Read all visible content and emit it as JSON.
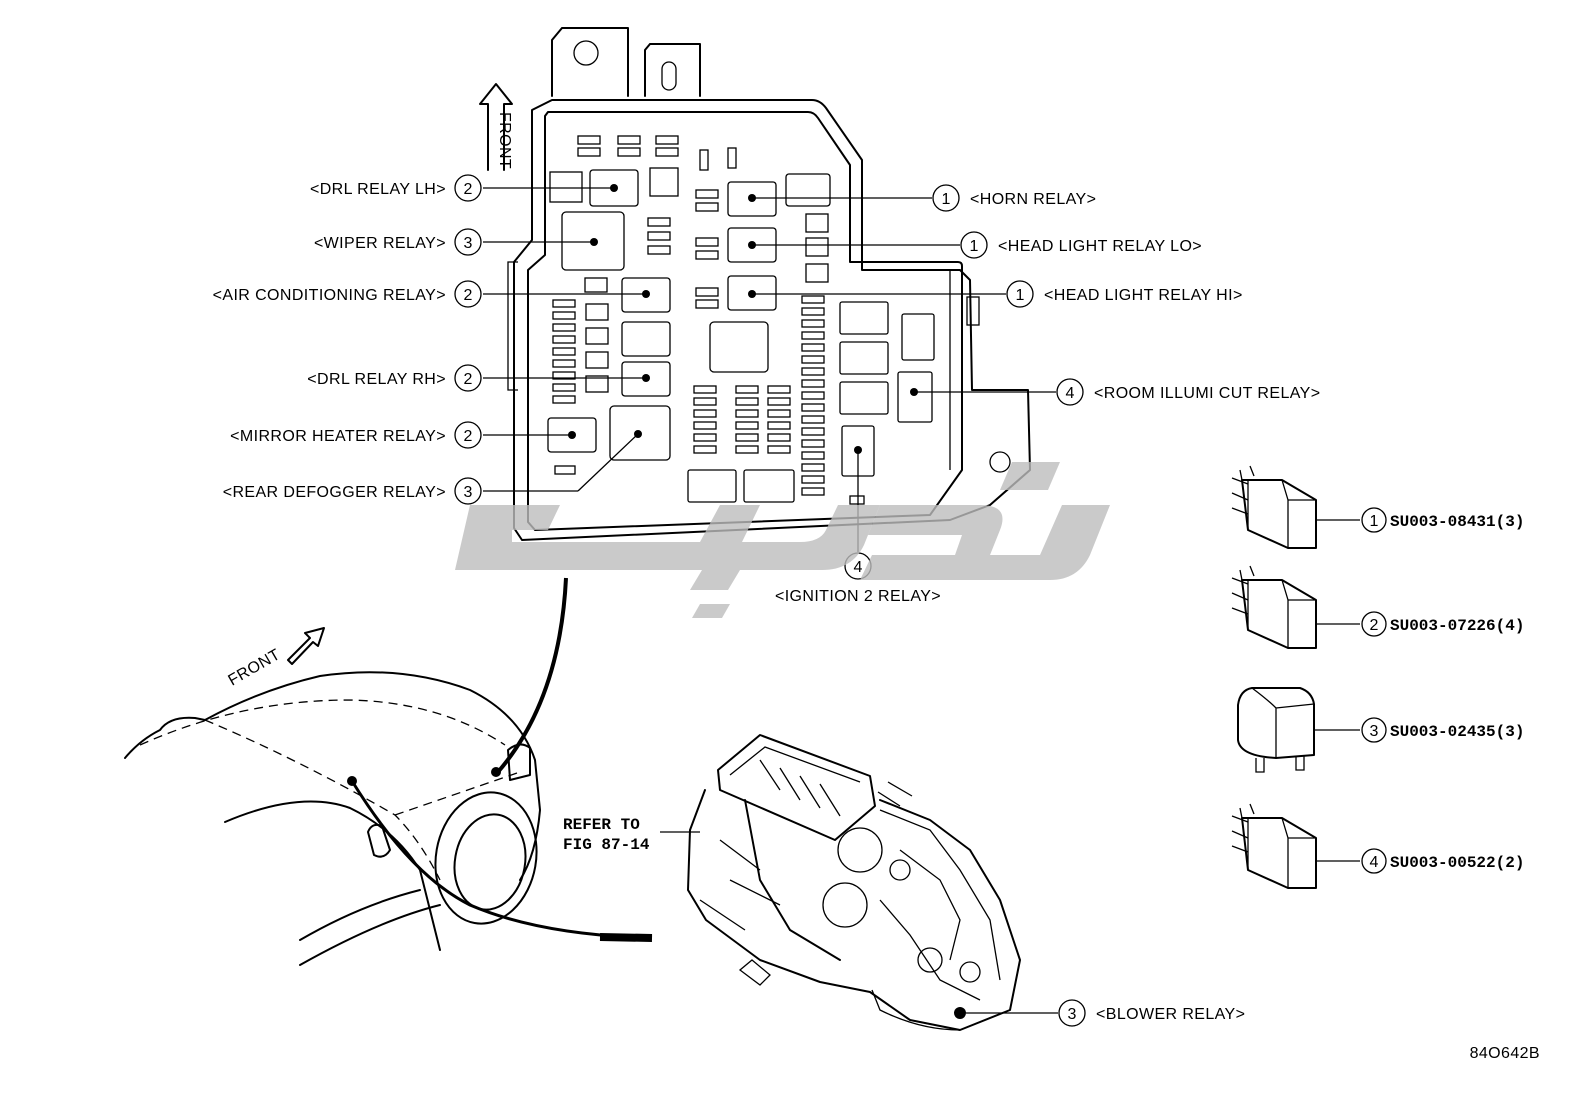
{
  "fuse_box_front_label": "FRONT",
  "vehicle_front_label": "FRONT",
  "relays": [
    {
      "num": "2",
      "label": "<DRL RELAY LH>"
    },
    {
      "num": "3",
      "label": "<WIPER RELAY>"
    },
    {
      "num": "2",
      "label": "<AIR CONDITIONING RELAY>"
    },
    {
      "num": "2",
      "label": "<DRL RELAY RH>"
    },
    {
      "num": "2",
      "label": "<MIRROR HEATER RELAY>"
    },
    {
      "num": "3",
      "label": "<REAR DEFOGGER RELAY>"
    },
    {
      "num": "1",
      "label": "<HORN RELAY>"
    },
    {
      "num": "1",
      "label": "<HEAD LIGHT RELAY LO>"
    },
    {
      "num": "1",
      "label": "<HEAD LIGHT RELAY HI>"
    },
    {
      "num": "4",
      "label": "<ROOM ILLUMI CUT RELAY>"
    },
    {
      "num": "4",
      "label": "<IGNITION 2 RELAY>"
    },
    {
      "num": "3",
      "label": "<BLOWER RELAY>"
    }
  ],
  "part_numbers": [
    {
      "num": "1",
      "part": "SU003-08431(3)"
    },
    {
      "num": "2",
      "part": "SU003-07226(4)"
    },
    {
      "num": "3",
      "part": "SU003-02435(3)"
    },
    {
      "num": "4",
      "part": "SU003-00522(2)"
    }
  ],
  "refer_text": [
    "REFER TO",
    "FIG 87-14"
  ],
  "figure_code": "84O642B"
}
